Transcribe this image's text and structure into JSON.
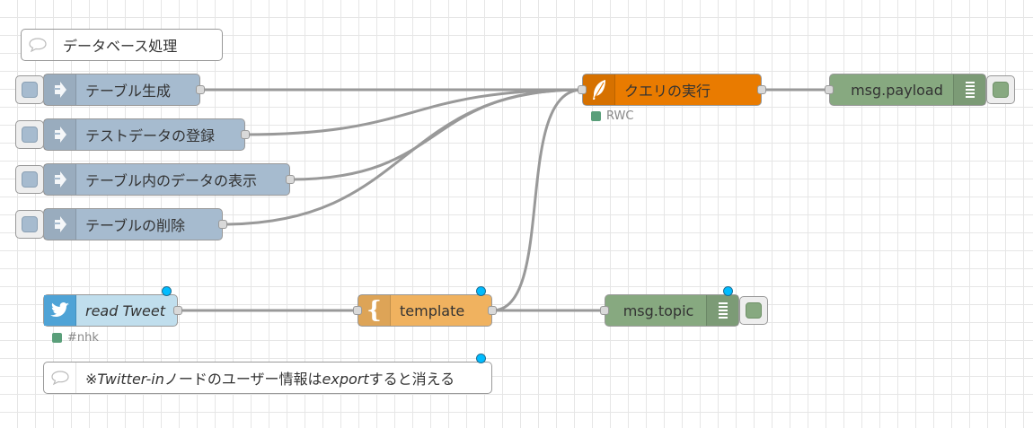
{
  "canvas": {
    "background": "#ffffff",
    "grid_color": "#e6e6e6"
  },
  "comments": {
    "db_title": "データベース処理",
    "twitter_note_prefix": "※",
    "twitter_note_node": "Twitter-in",
    "twitter_note_middle": "ノードのユーザー情報は",
    "twitter_note_action": "export",
    "twitter_note_suffix": "すると消える"
  },
  "inject_nodes": [
    {
      "label": "テーブル生成"
    },
    {
      "label": "テストデータの登録"
    },
    {
      "label": "テーブル内のデータの表示"
    },
    {
      "label": "テーブルの削除"
    }
  ],
  "sqlite_node": {
    "label": "クエリの実行",
    "status": "RWC",
    "color": "#e97b00"
  },
  "debug_nodes": {
    "payload": {
      "label": "msg.payload"
    },
    "topic": {
      "label": "msg.topic"
    }
  },
  "twitter_node": {
    "label": "read Tweet",
    "status": "#nhk",
    "color": "#c0deed"
  },
  "template_node": {
    "label": "template",
    "icon_char": "{",
    "color": "#f0b25f"
  },
  "colors": {
    "inject": "#a6bbcf",
    "debug": "#87a980",
    "status_green": "#5a9f7a",
    "changed_blue": "#00bcff",
    "wire": "#999999"
  }
}
